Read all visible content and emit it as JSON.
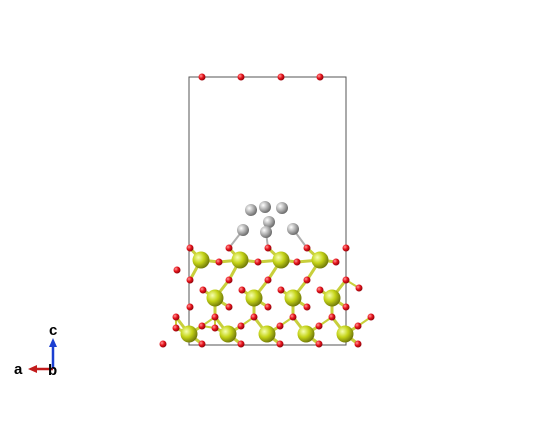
{
  "colors": {
    "background": "#ffffff",
    "cell_edge": "#555555",
    "oxygen": "#e8141c",
    "metal": "#c5d418",
    "heavy_atom": "#a6a6a6",
    "bond": "#c8cf3c",
    "axis_a": "#c21b1b",
    "axis_c": "#1b3fd1"
  },
  "axes": {
    "a_label": "a",
    "b_label": "b",
    "c_label": "c"
  }
}
